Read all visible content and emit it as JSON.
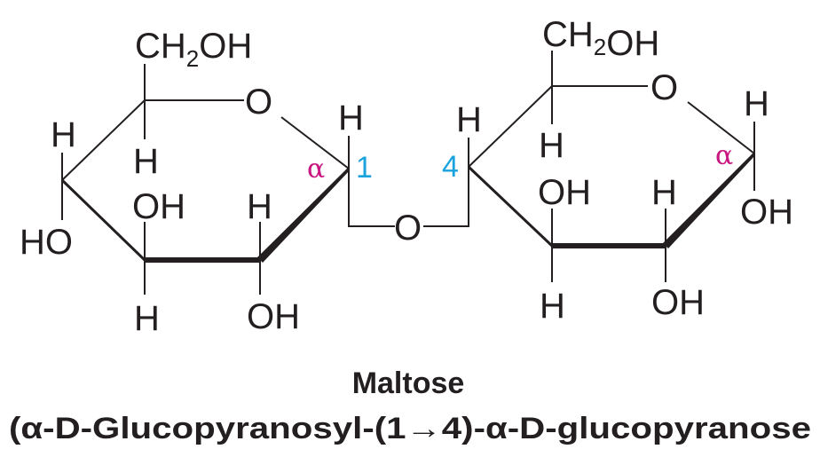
{
  "molecule": {
    "left_ring": {
      "c6_group": "CH",
      "c6_sub": "2",
      "c6_oh": "OH",
      "ring_oxygen": "O",
      "c5_h": "H",
      "c4_h": "H",
      "c4_oh": "HO",
      "c3_oh": "OH",
      "c3_h": "H",
      "c2_h": "H",
      "c2_oh": "OH",
      "c1_h": "H",
      "anomer_label": "α",
      "carbon_number": "1"
    },
    "glycosidic_oxygen": "O",
    "right_ring": {
      "c6_group": "CH",
      "c6_sub": "2",
      "c6_oh": "OH",
      "ring_oxygen": "O",
      "c5_h": "H",
      "c4_h": "H",
      "carbon_number": "4",
      "c3_oh": "OH",
      "c3_h": "H",
      "c2_h": "H",
      "c2_oh": "OH",
      "c1_h": "H",
      "c1_oh": "OH",
      "anomer_label": "α"
    },
    "colors": {
      "alpha": "#c8157f",
      "numbers": "#1ba3dd",
      "ink": "#231f20"
    }
  },
  "caption": {
    "name": "Maltose",
    "systematic_name": "(α-D-Glucopyranosyl-(1→4)-α-D-glucopyranose"
  }
}
